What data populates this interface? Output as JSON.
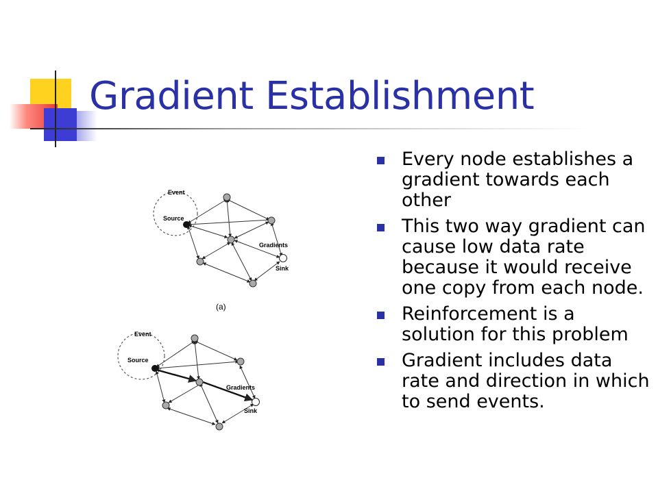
{
  "slide": {
    "title": "Gradient Establishment",
    "bullets": [
      "Every node establishes a gradient towards each other",
      "This two way gradient can cause low data rate because it would receive one copy from each node.",
      "Reinforcement is a solution for this problem",
      "Gradient includes data rate and direction in which to send events."
    ]
  },
  "diagram_a": {
    "labels": {
      "event": "Event",
      "source": "Source",
      "gradients": "Gradients",
      "sink": "Sink"
    },
    "caption": "(a)"
  },
  "diagram_b": {
    "labels": {
      "event": "Event",
      "source": "Source",
      "gradients": "Gradients",
      "sink": "Sink"
    }
  },
  "colors": {
    "title": "#2a31a6",
    "bullet": "#2a31a6",
    "node_fill": "#a9a9a9"
  }
}
